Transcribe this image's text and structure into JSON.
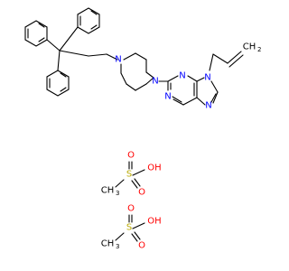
{
  "colors": {
    "bond": "#000000",
    "carbon": "#000000",
    "nitrogen": "#0000ff",
    "oxygen": "#ff0000",
    "sulfur": "#b8a800"
  },
  "atoms": {
    "piperazine_n_upper": "N",
    "piperazine_n_lower": "N",
    "pyrimidine_n_top": "N",
    "pyrimidine_n_left": "N",
    "imidazole_n_9": "N",
    "imidazole_n_7": "N",
    "vinyl_ch2": "CH",
    "vinyl_ch2_sub": "2",
    "mesylate1_s": "S",
    "mesylate1_o_top": "O",
    "mesylate1_o_bottom": "O",
    "mesylate1_oh": "OH",
    "mesylate1_ch3": "CH",
    "mesylate1_ch3_sub": "3",
    "mesylate2_s": "S",
    "mesylate2_o_top": "O",
    "mesylate2_o_bottom": "O",
    "mesylate2_oh": "OH",
    "mesylate2_ch3": "CH",
    "mesylate2_ch3_sub": "3"
  }
}
